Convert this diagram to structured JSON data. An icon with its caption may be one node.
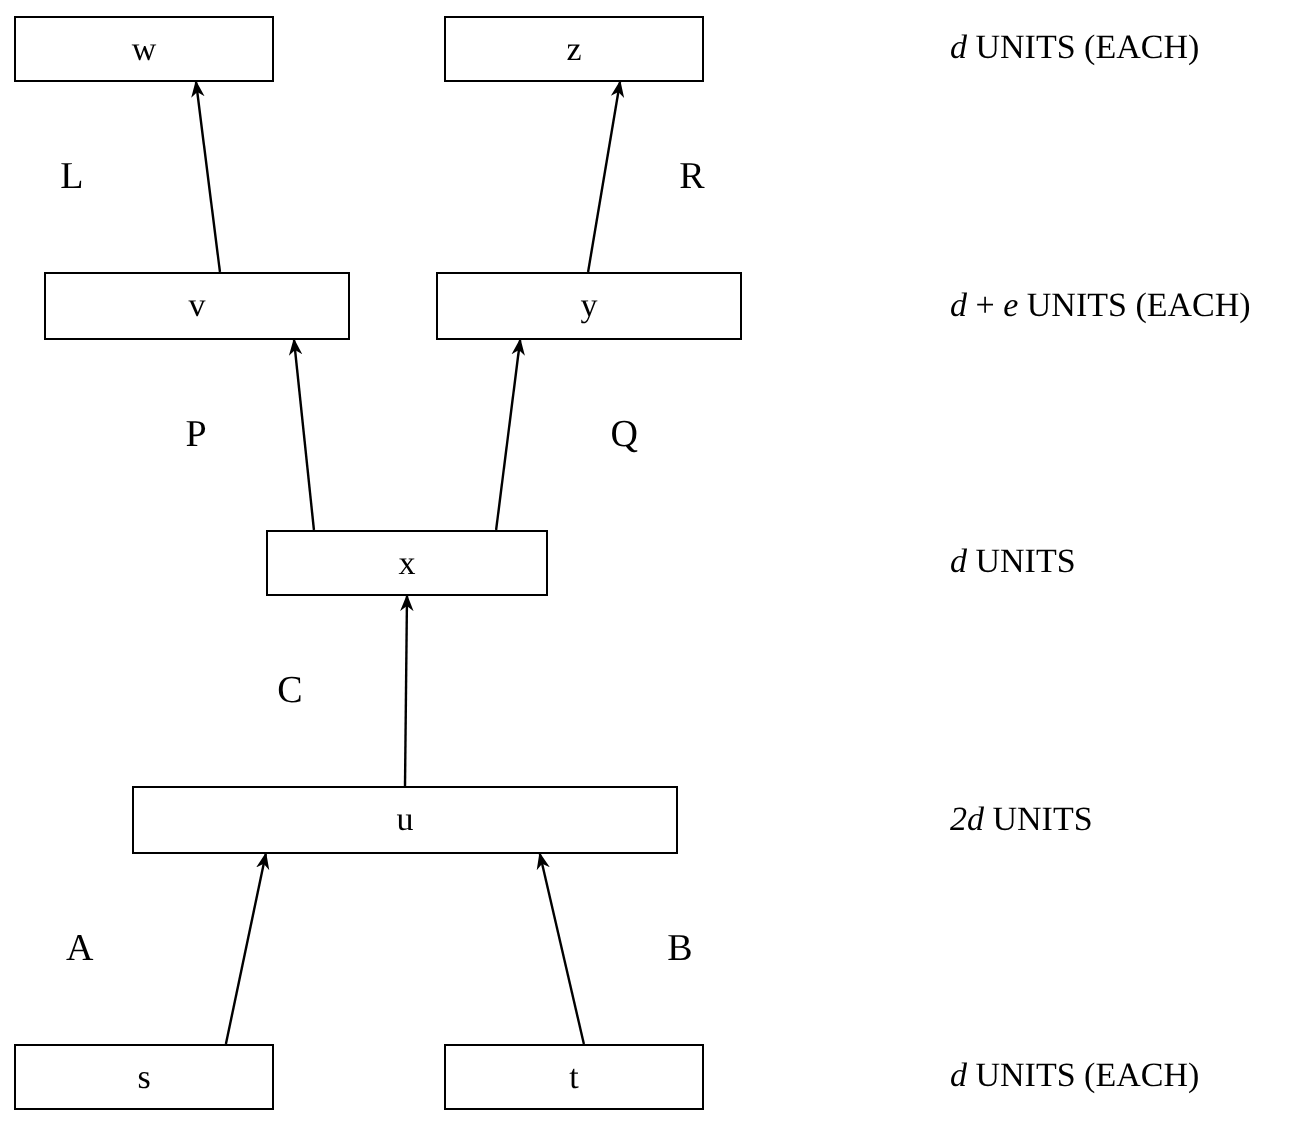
{
  "diagram": {
    "nodes": [
      {
        "text": [
          "w"
        ]
      },
      {
        "text": [
          "z"
        ]
      },
      {
        "text": [
          "v"
        ]
      },
      {
        "text": [
          "y"
        ]
      },
      {
        "text": [
          "x"
        ]
      },
      {
        "text": [
          "u"
        ]
      },
      {
        "text": [
          "s"
        ]
      },
      {
        "text": [
          "t"
        ]
      }
    ],
    "edges": [
      {
        "from": 2,
        "to": 0,
        "arrow": "to",
        "label": "L"
      },
      {
        "from": 3,
        "to": 1,
        "arrow": "to",
        "label": "R"
      },
      {
        "from": 4,
        "to": 2,
        "arrow": "to",
        "label": "P"
      },
      {
        "from": 4,
        "to": 3,
        "arrow": "to",
        "label": "Q"
      },
      {
        "from": 5,
        "to": 4,
        "arrow": "to",
        "label": "C"
      },
      {
        "from": 6,
        "to": 5,
        "arrow": "to",
        "label": "A"
      },
      {
        "from": 7,
        "to": 5,
        "arrow": "to",
        "label": "B"
      }
    ],
    "labels": [
      "*d* UNITS (EACH)",
      "*d* + *e* UNITS (EACH)",
      "*d* UNITS",
      "*2d* UNITS",
      "*d* UNITS (EACH)"
    ]
  }
}
